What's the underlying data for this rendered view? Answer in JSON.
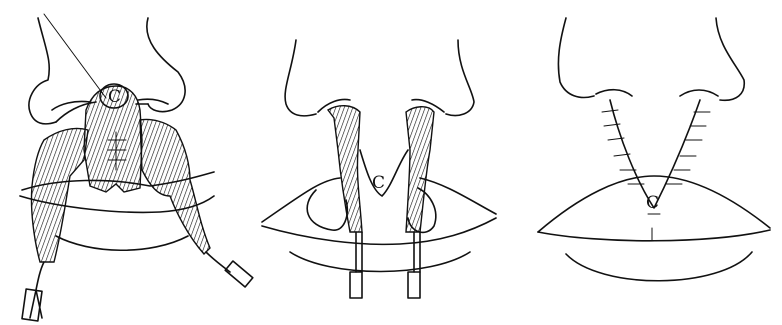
{
  "panels": [
    {
      "id": "panel-1",
      "label": "C"
    },
    {
      "id": "panel-2",
      "label": "C"
    },
    {
      "id": "panel-3",
      "label": "C"
    }
  ],
  "colors": {
    "ink": "#111111",
    "paper": "#ffffff"
  }
}
